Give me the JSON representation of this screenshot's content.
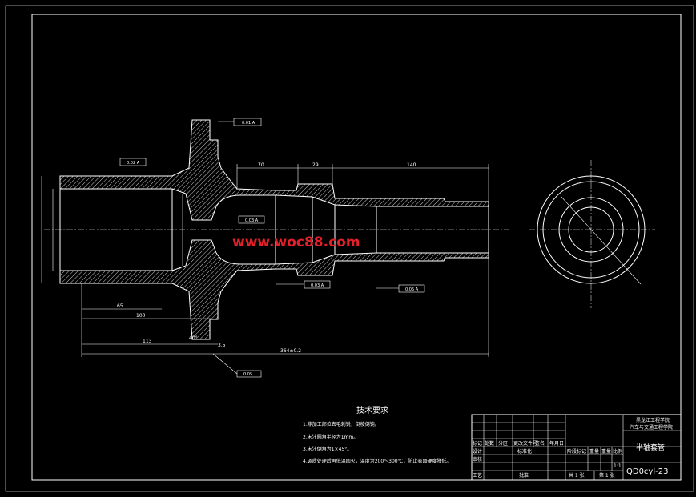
{
  "dimensions": {
    "d70": "70",
    "d29": "29",
    "d140": "140",
    "d65": "65",
    "d100": "100",
    "d113": "113",
    "d364": "364±0.2",
    "d3_5": "3.5",
    "d40": "40°"
  },
  "tolerances": {
    "perp_top": "0.01 A",
    "runout_left": "0.02 A",
    "runout_mid_top": "0.03 A",
    "runout_bottom_mid": "0.03 A",
    "runout_bottom_right": "0.05 A",
    "flatness_bottom": "0.05"
  },
  "watermark": "www.woc88.com",
  "requirements": {
    "title": "技术要求",
    "items": [
      "1.非加工部位去毛刺锐，倒棱倒钝。",
      "2.未注圆角半径为1mm。",
      "3.未注倒角为1×45°。",
      "4.调质处理后再低温回火，温度为200～300℃，防止表面硬度降低。"
    ]
  },
  "titleblock": {
    "school": "黑龙江工程学院",
    "dept": "汽车与交通工程学院",
    "part_name": "半轴套管",
    "drawing_no": "QD0cyl-23",
    "labels": [
      "标记",
      "处数",
      "分区",
      "更改文件号",
      "签名",
      "年月日"
    ],
    "roles": [
      "设计",
      "审核",
      "工艺"
    ],
    "std": "标准化",
    "approve": "批准",
    "stage": "阶段标记",
    "weight": "重量",
    "scale": "比例",
    "scale_value": "1:1",
    "sheets": "共 1 张",
    "sheet": "第 1 张"
  }
}
